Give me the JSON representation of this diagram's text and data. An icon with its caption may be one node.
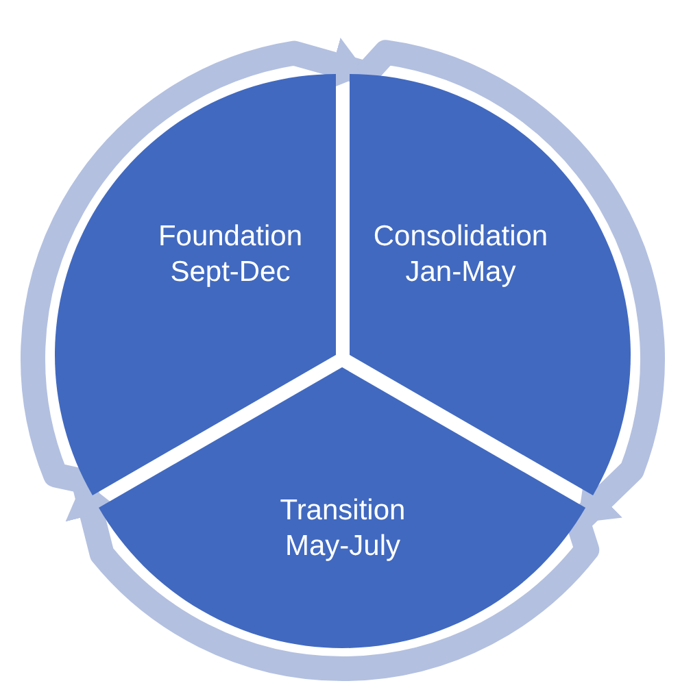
{
  "diagram": {
    "nodes": [
      {
        "text": [
          "Foundation",
          "Sept-Dec"
        ]
      },
      {
        "text": [
          "Consolidation",
          "Jan-May"
        ]
      },
      {
        "text": [
          "Transition",
          "May-July"
        ]
      }
    ],
    "edges": [
      {
        "from": 0,
        "to": 1,
        "arrow": "to"
      },
      {
        "from": 1,
        "to": 2,
        "arrow": "to"
      },
      {
        "from": 2,
        "to": 0,
        "arrow": "to"
      }
    ]
  }
}
